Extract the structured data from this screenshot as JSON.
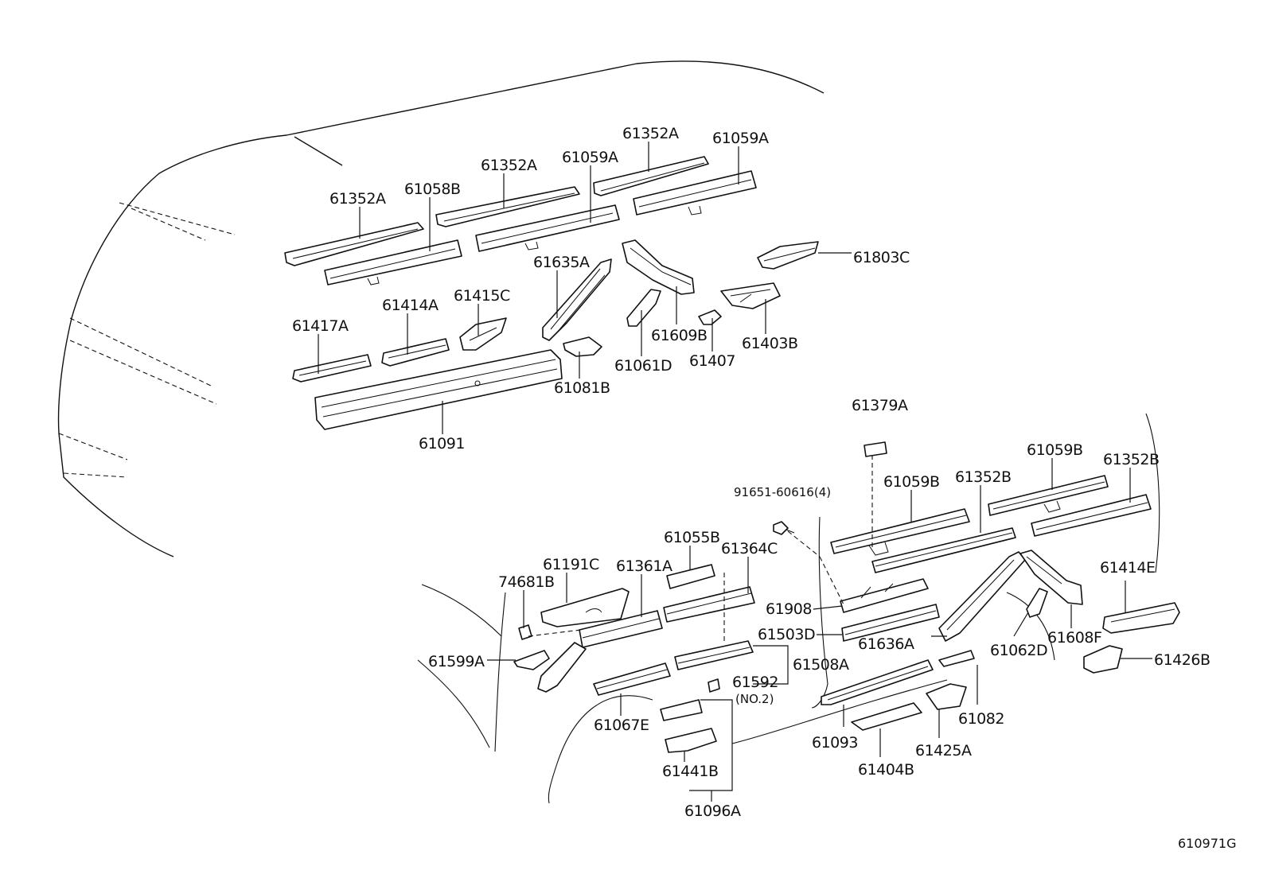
{
  "diagram_ref": "610971G",
  "labels": {
    "p_61352A_1": "61352A",
    "p_61058B": "61058B",
    "p_61352A_2": "61352A",
    "p_61059A_1": "61059A",
    "p_61352A_3": "61352A",
    "p_61059A_2": "61059A",
    "p_61803C": "61803C",
    "p_61635A": "61635A",
    "p_61609B": "61609B",
    "p_61061D": "61061D",
    "p_61407": "61407",
    "p_61403B": "61403B",
    "p_61417A": "61417A",
    "p_61414A": "61414A",
    "p_61415C": "61415C",
    "p_61081B": "61081B",
    "p_61091": "61091",
    "p_61379A": "61379A",
    "p_91651": "91651-60616(4)",
    "p_61059B_1": "61059B",
    "p_61352B_1": "61352B",
    "p_61059B_2": "61059B",
    "p_61352B_2": "61352B",
    "p_61055B": "61055B",
    "p_61191C": "61191C",
    "p_61361A": "61361A",
    "p_61364C": "61364C",
    "p_74681B": "74681B",
    "p_61908": "61908",
    "p_61503D": "61503D",
    "p_61636A": "61636A",
    "p_61062D": "61062D",
    "p_61608F": "61608F",
    "p_61414E": "61414E",
    "p_61426B": "61426B",
    "p_61599A": "61599A",
    "p_61508A": "61508A",
    "p_61592": "61592",
    "p_61592_sub": "(NO.2)",
    "p_61067E": "61067E",
    "p_61093": "61093",
    "p_61082": "61082",
    "p_61425A": "61425A",
    "p_61404B": "61404B",
    "p_61441B": "61441B",
    "p_61096A": "61096A"
  }
}
